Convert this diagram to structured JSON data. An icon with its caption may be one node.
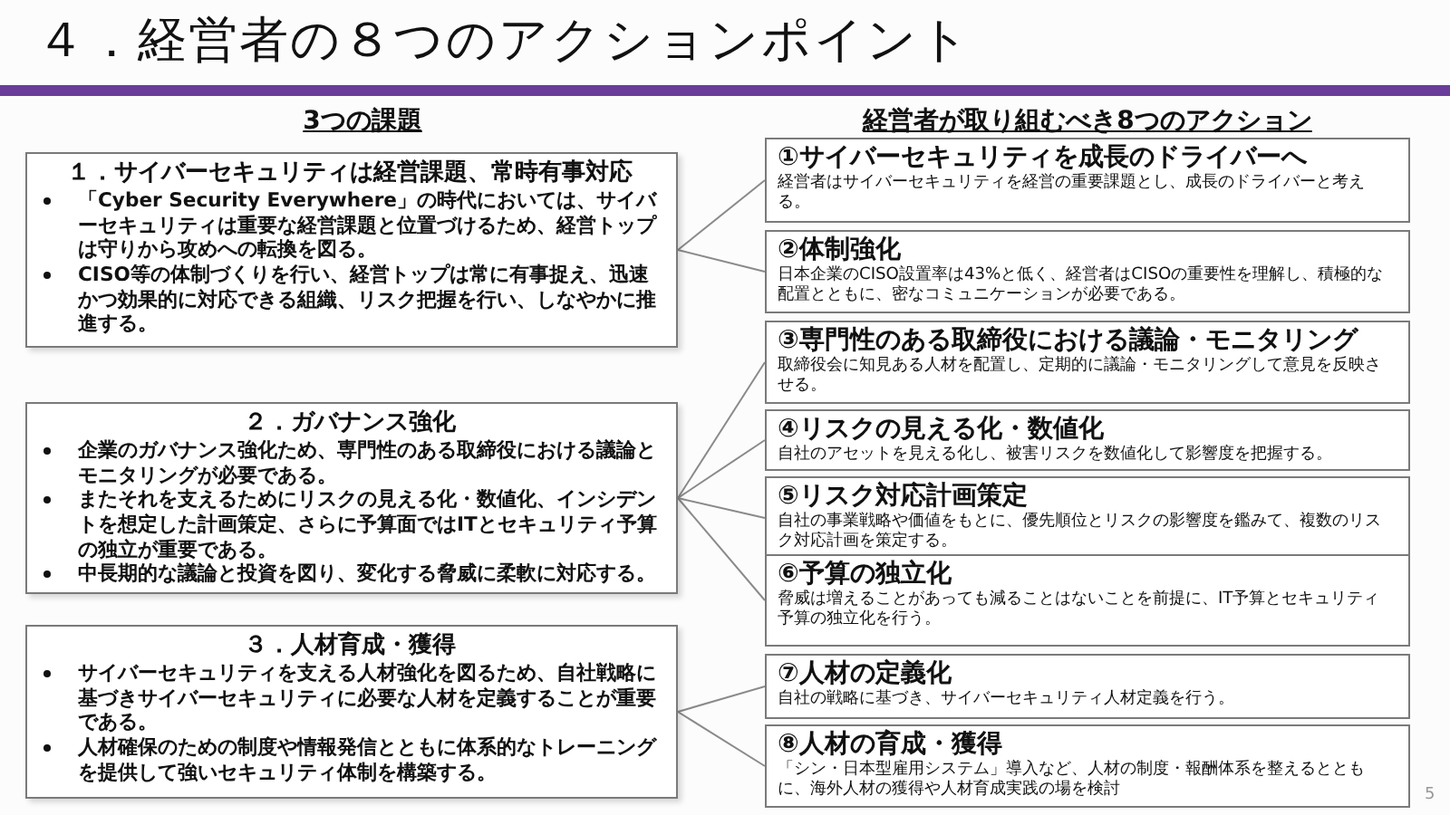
{
  "diagram": {
    "title": "４．経営者の８つのアクションポイント",
    "nodes": [
      {
        "text": [
          "１．サイバーセキュリティは経営課題、常時有事対応",
          "「Cyber Security Everywhere」の時代においては、サイバーセキュリティは重要な経営課題と位置づけるため、経営トップは守りから攻めへの転換を図る。",
          "CISO等の体制づくりを行い、経営トップは常に有事捉え、迅速かつ効果的に対応できる組織、リスク把握を行い、しなやかに推進する。"
        ]
      },
      {
        "text": [
          "２．ガバナンス強化",
          "企業のガバナンス強化ため、専門性のある取締役における議論とモニタリングが必要である。",
          "またそれを支えるためにリスクの見える化・数値化、インシデントを想定した計画策定、さらに予算面ではITとセキュリティ予算の独立が重要である。",
          "中長期的な議論と投資を図り、変化する脅威に柔軟に対応する。"
        ]
      },
      {
        "text": [
          "３．人材育成・獲得",
          "サイバーセキュリティを支える人材強化を図るため、自社戦略に基づきサイバーセキュリティに必要な人材を定義することが重要である。",
          "人材確保のための制度や情報発信とともに体系的なトレーニングを提供して強いセキュリティ体制を構築する。"
        ]
      },
      {
        "text": [
          "①サイバーセキュリティを成長のドライバーへ",
          "経営者はサイバーセキュリティを経営の重要課題とし、成長のドライバーと考える。"
        ]
      },
      {
        "text": [
          "②体制強化",
          "日本企業のCISO設置率は43%と低く、経営者はCISOの重要性を理解し、積極的な配置とともに、密なコミュニケーションが必要である。"
        ]
      },
      {
        "text": [
          "③専門性のある取締役における議論・モニタリング",
          "取締役会に知見ある人材を配置し、定期的に議論・モニタリングして意見を反映させる。"
        ]
      },
      {
        "text": [
          "④リスクの見える化・数値化",
          "自社のアセットを見える化し、被害リスクを数値化して影響度を把握する。"
        ]
      },
      {
        "text": [
          "⑤リスク対応計画策定",
          "自社の事業戦略や価値をもとに、優先順位とリスクの影響度を鑑みて、複数のリスク対応計画を策定する。"
        ]
      },
      {
        "text": [
          "⑥予算の独立化",
          "脅威は増えることがあっても減ることはないことを前提に、IT予算とセキュリティ予算の独立化を行う。"
        ]
      },
      {
        "text": [
          "⑦人材の定義化",
          "自社の戦略に基づき、サイバーセキュリティ人材定義を行う。"
        ]
      },
      {
        "text": [
          "⑧人材の育成・獲得",
          "「シン・日本型雇用システム」導入など、人材の制度・報酬体系を整えるとともに、海外人材の獲得や人材育成実践の場を検討"
        ]
      }
    ],
    "edges": [
      {
        "from": 0,
        "to": 3,
        "arrow": "none"
      },
      {
        "from": 0,
        "to": 4,
        "arrow": "none"
      },
      {
        "from": 1,
        "to": 5,
        "arrow": "none"
      },
      {
        "from": 1,
        "to": 6,
        "arrow": "none"
      },
      {
        "from": 1,
        "to": 7,
        "arrow": "none"
      },
      {
        "from": 1,
        "to": 8,
        "arrow": "none"
      },
      {
        "from": 2,
        "to": 9,
        "arrow": "none"
      },
      {
        "from": 2,
        "to": 10,
        "arrow": "none"
      }
    ],
    "labels": [
      "3つの課題",
      "経営者が取り組むべき8つのアクション",
      "5"
    ]
  }
}
